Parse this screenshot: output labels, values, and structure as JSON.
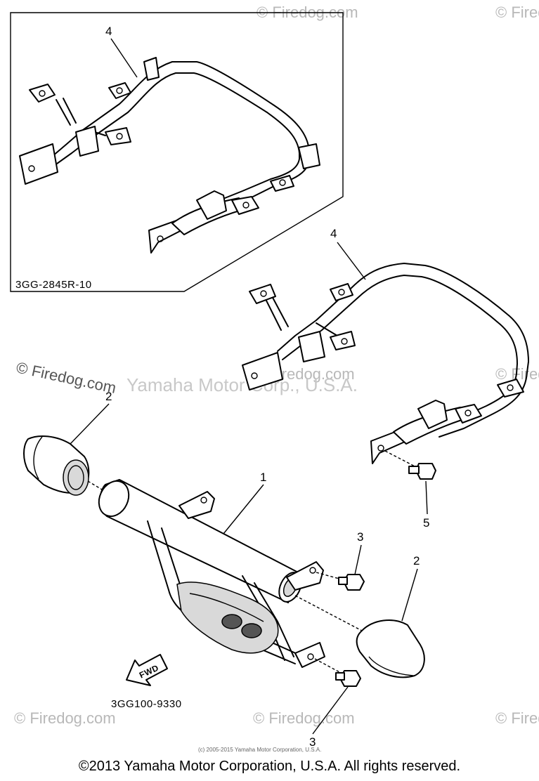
{
  "labels": {
    "frame_callout": "4",
    "guard_callout": "4",
    "cap_left_callout": "2",
    "cap_right_callout": "2",
    "bar_callout": "1",
    "bolt_top_callout": "3",
    "bolt_bottom_callout": "3",
    "bolt_frame_callout": "5"
  },
  "codes": {
    "inset_code": "3GG-2845R-10",
    "main_code": "3GG100-9330",
    "fwd_arrow": "FWD"
  },
  "watermarks": {
    "firedog_left": "© Firedog.com",
    "center": "Yamaha Motor Corp., U.S.A.",
    "firedog": "© Firedog.com",
    "fine_print": "(c) 2005-2015 Yamaha Motor Corporation, U.S.A."
  },
  "footer": {
    "copyright": "©2013 Yamaha Motor Corporation, U.S.A. All rights reserved."
  }
}
